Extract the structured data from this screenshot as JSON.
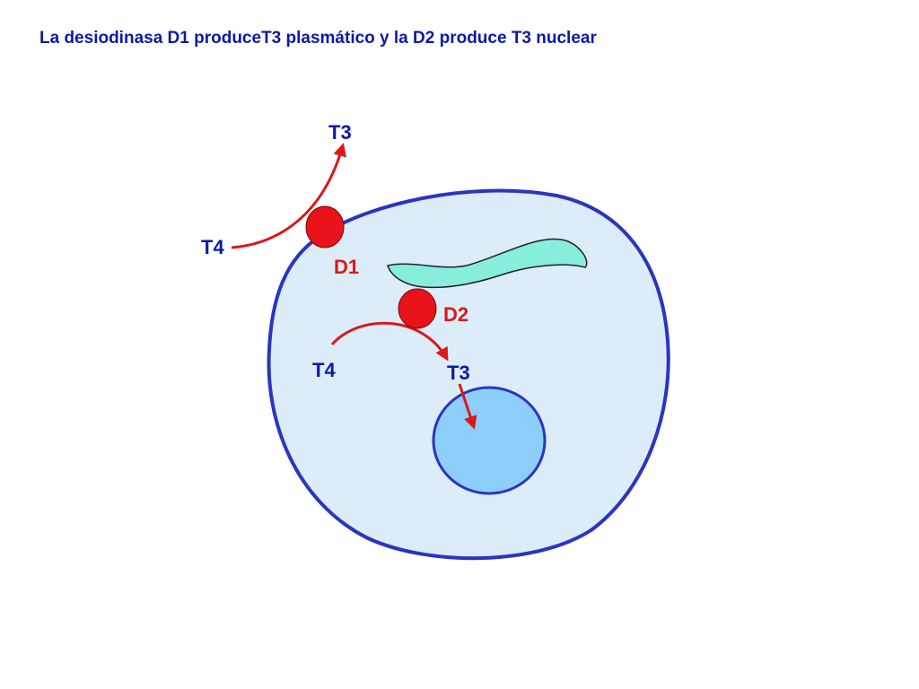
{
  "title": "La desiodinasa D1 produceT3 plasmático y la D2 produce T3 nuclear",
  "labels": {
    "t3_outer": "T3",
    "t4_outer": "T4",
    "d1": "D1",
    "d2": "D2",
    "t4_inner": "T4",
    "t3_inner": "T3"
  },
  "colors": {
    "title_text": "#0a1aa8",
    "cell_fill": "#dcecf8",
    "cell_border": "#2a35c0",
    "nucleus_fill": "#8dcffa",
    "er_fill": "#86eedb",
    "enzyme_fill": "#e8131b",
    "arrow": "#d81a1a",
    "hormone_label": "#0a1aa8",
    "enzyme_label": "#d81a1a"
  }
}
